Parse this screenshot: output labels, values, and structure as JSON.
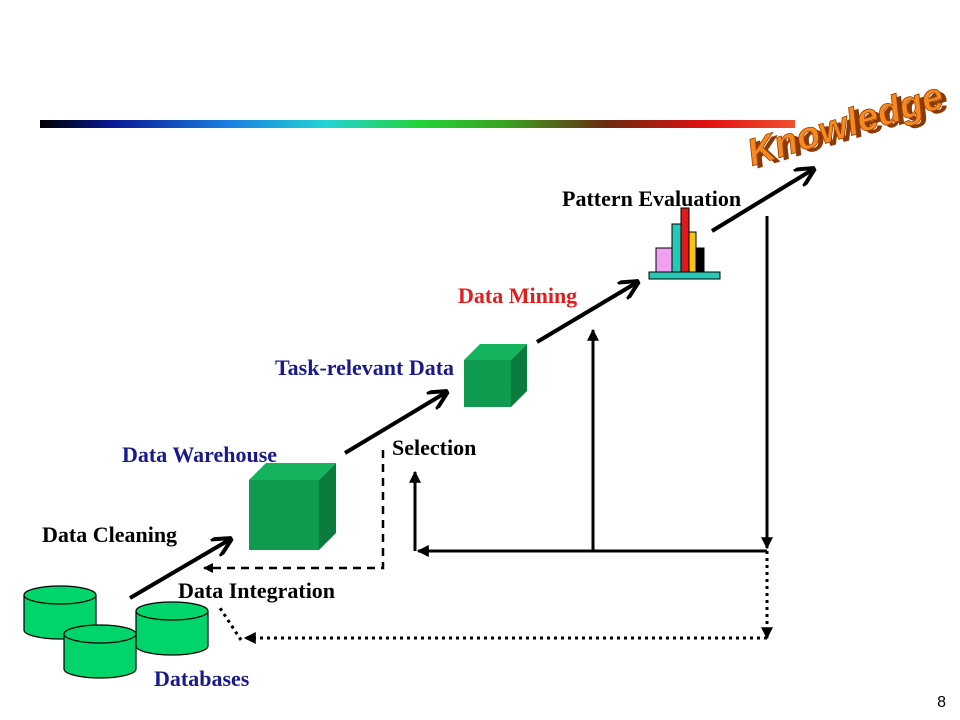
{
  "title_art": "Knowledge",
  "labels": {
    "pattern_evaluation": "Pattern Evaluation",
    "data_mining": "Data Mining",
    "task_relevant_data": "Task-relevant Data",
    "selection": "Selection",
    "data_warehouse": "Data Warehouse",
    "data_cleaning": "Data Cleaning",
    "data_integration": "Data Integration",
    "databases": "Databases"
  },
  "page_number": "8",
  "colors": {
    "green_box": "#0f9a4f",
    "database_green": "#00d46a",
    "label_navy": "#1a1a8c",
    "label_red": "#e41c1c",
    "knowledge_orange": "#f58a1f"
  }
}
